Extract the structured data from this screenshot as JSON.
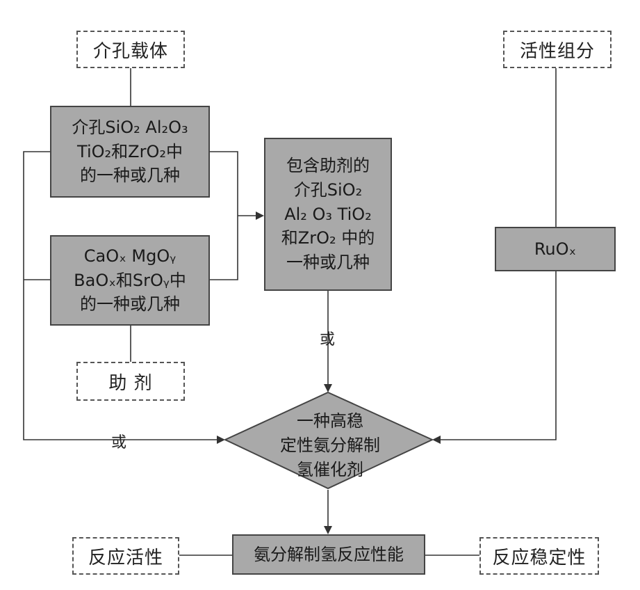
{
  "nodes": {
    "mesoporous_support": "介孔载体",
    "active_component": "活性组分",
    "support_oxides": [
      "介孔SiO₂ Al₂O₃",
      "TiO₂和ZrO₂中",
      "的一种或几种"
    ],
    "promoter_oxides": [
      "CaOₓ  MgOᵧ",
      "BaOₓ和SrOᵧ中",
      "的一种或几种"
    ],
    "promoter": "助  剂",
    "promoted_support": [
      "包含助剂的",
      "介孔SiO₂",
      "Al₂ O₃ TiO₂",
      "和ZrO₂ 中的",
      "一种或几种"
    ],
    "ruo2": "RuOₓ",
    "catalyst": [
      "一种高稳",
      "定性氨分解制",
      "氢催化剂"
    ],
    "reaction_performance": "氨分解制氢反应性能",
    "reaction_activity": "反应活性",
    "reaction_stability": "反应稳定性"
  },
  "edge_labels": {
    "or_middle": "或",
    "or_left": "或"
  }
}
